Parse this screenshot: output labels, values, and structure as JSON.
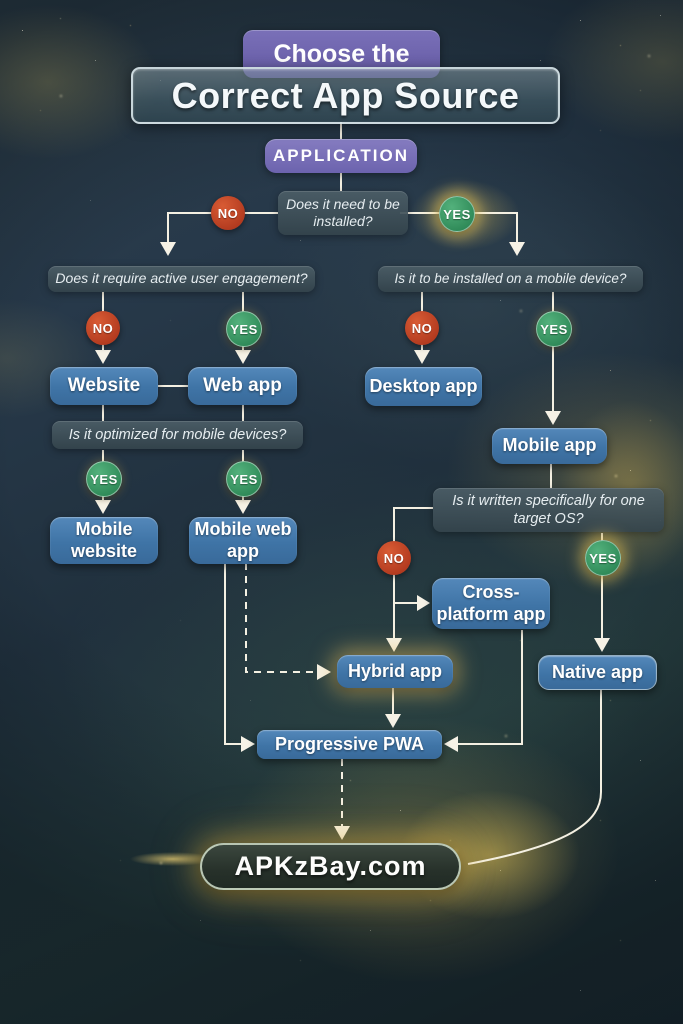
{
  "header": {
    "subtitle": "Choose the",
    "title": "Correct App Source",
    "root_node": "APPLICATION"
  },
  "questions": {
    "need_installed": "Does it need to be installed?",
    "active_engagement": "Does it require active user engagement?",
    "mobile_device": "Is it to be installed on a mobile device?",
    "optimized_mobile": "Is it optimized for mobile devices?",
    "target_os": "Is it written specifically for one target OS?"
  },
  "decision_labels": {
    "yes": "YES",
    "no": "NO"
  },
  "nodes": {
    "website": "Website",
    "web_app": "Web app",
    "desktop_app": "Desktop app",
    "mobile_app": "Mobile app",
    "mobile_website": "Mobile website",
    "mobile_web_app": "Mobile web app",
    "cross_platform_app": "Cross-platform app",
    "hybrid_app": "Hybrid app",
    "native_app": "Native app",
    "progressive_pwa": "Progressive PWA"
  },
  "footer": {
    "website": "APKzBay.com"
  },
  "colors": {
    "yes_green": "#3f9e6b",
    "no_red": "#bf4327",
    "node_blue": "#4479ab",
    "purple": "#7a70b8",
    "line": "#f4f0e2",
    "background": "#24333e",
    "gold_glow": "#e8c15a"
  }
}
